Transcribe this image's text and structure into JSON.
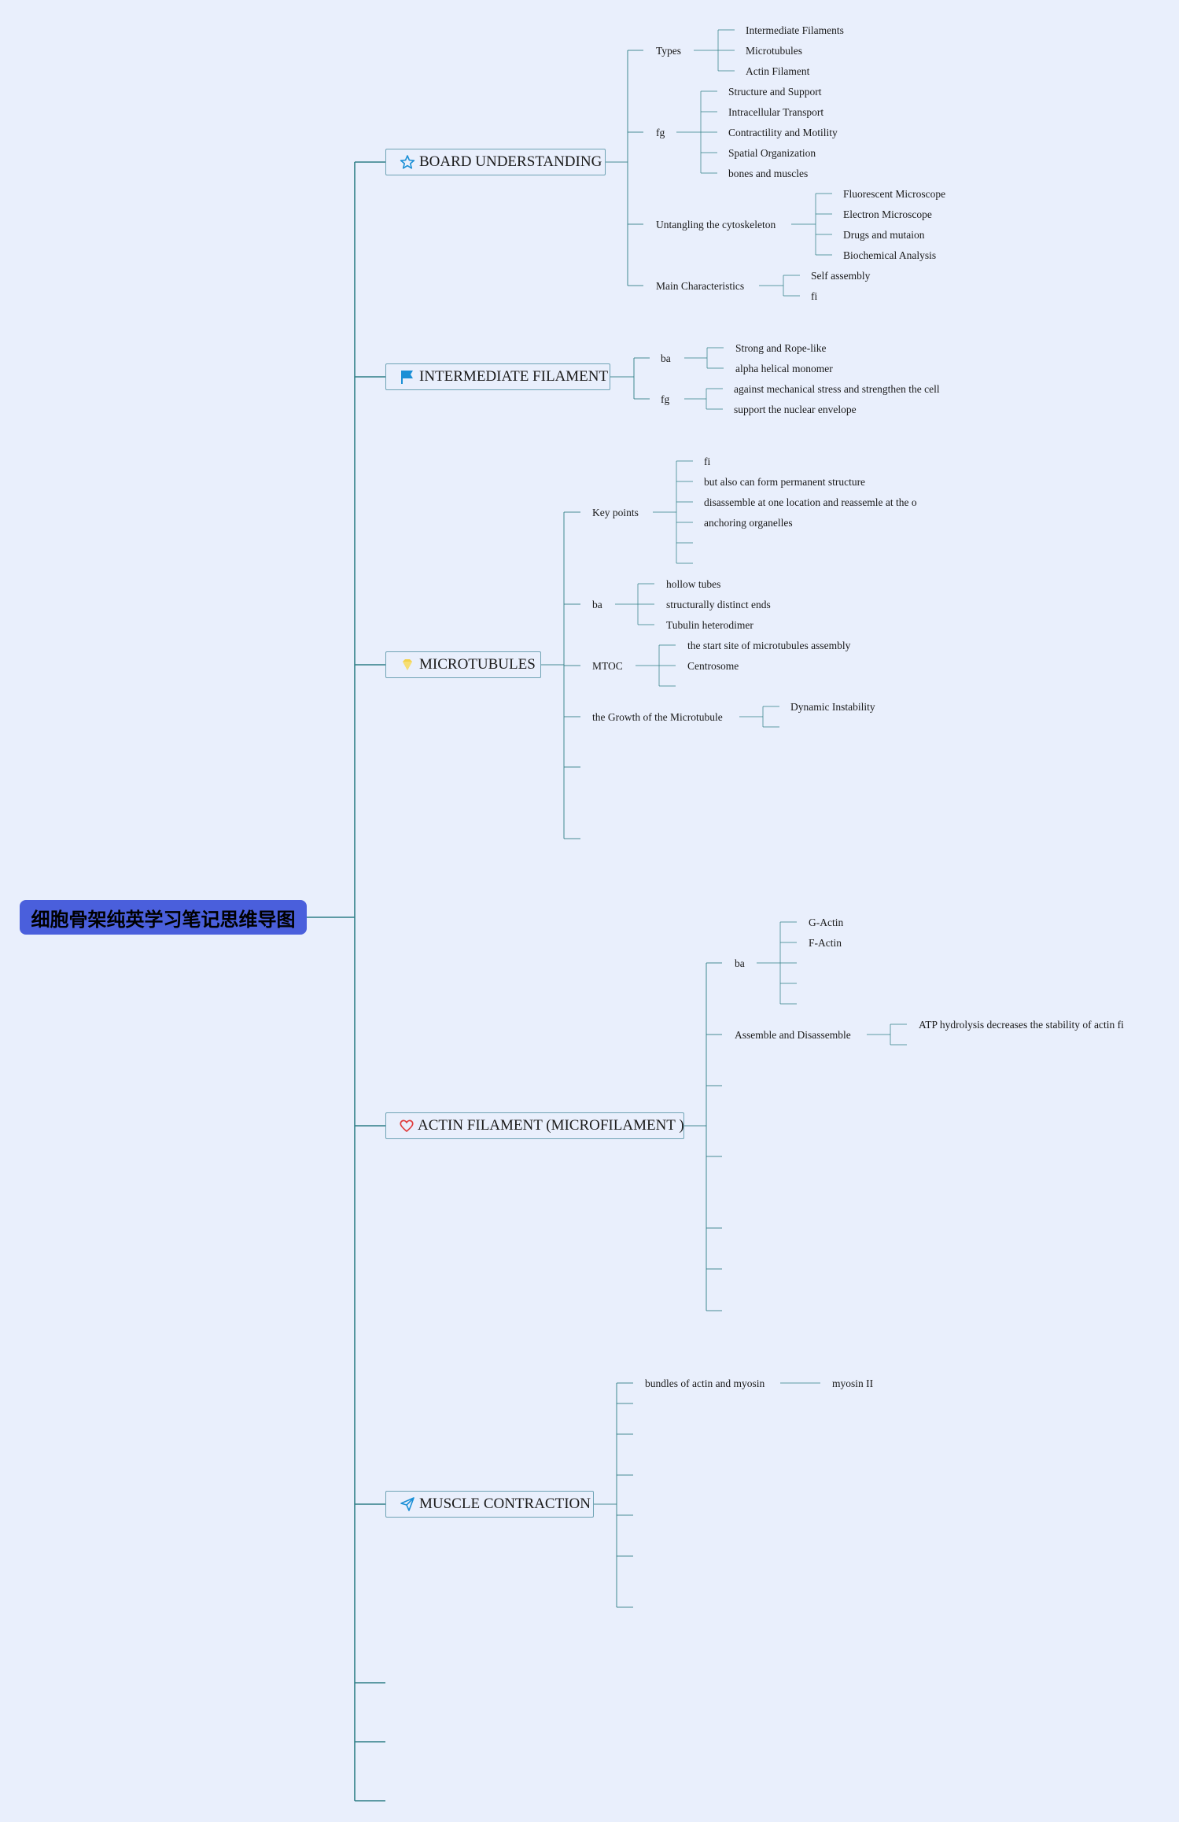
{
  "root": {
    "title": "细胞骨架纯英学习笔记思维导图"
  },
  "branches": {
    "board": {
      "label": "BOARD UNDERSTANDING",
      "icon": "star-icon",
      "types": {
        "label": "Types",
        "items": [
          "Intermediate Filaments",
          "Microtubules",
          "Actin Filament"
        ]
      },
      "fg": {
        "label": "fg",
        "items": [
          "Structure and Support",
          "Intracellular Transport",
          "Contractility and Motility",
          "Spatial Organization",
          "bones and muscles"
        ]
      },
      "untangling": {
        "label": "Untangling the cytoskeleton",
        "items": [
          "Fluorescent Microscope",
          "Electron Microscope",
          "Drugs and mutaion",
          "Biochemical Analysis"
        ]
      },
      "main_char": {
        "label": "Main Characteristics",
        "items": [
          "Self assembly",
          "fi"
        ]
      }
    },
    "intermediate": {
      "label": "INTERMEDIATE FILAMENT",
      "icon": "flag-icon",
      "ba": {
        "label": "ba",
        "items": [
          "Strong and Rope-like",
          "alpha helical monomer"
        ]
      },
      "fg": {
        "label": "fg",
        "items": [
          "against mechanical stress and strengthen the cell",
          "support the nuclear envelope"
        ]
      }
    },
    "microtubules": {
      "label": "MICROTUBULES",
      "icon": "diamond-icon",
      "key_points": {
        "label": "Key points",
        "items": [
          "fi",
          "but also can form permanent structure",
          "disassemble at one location and reassemle at the o",
          "anchoring organelles"
        ]
      },
      "ba": {
        "label": "ba",
        "items": [
          "hollow tubes",
          "structurally distinct ends",
          "Tubulin heterodimer"
        ]
      },
      "mtoc": {
        "label": "MTOC",
        "items": [
          "the start site of microtubules assembly",
          "Centrosome"
        ]
      },
      "growth": {
        "label": "the Growth of the Microtubule",
        "items": [
          "Dynamic Instability"
        ]
      }
    },
    "actin": {
      "label": "ACTIN FILAMENT (MICROFILAMENT )",
      "icon": "heart-icon",
      "ba": {
        "label": "ba",
        "items": [
          "G-Actin",
          "F-Actin"
        ]
      },
      "assemble": {
        "label": "Assemble and Disassemble",
        "items": [
          "ATP hydrolysis decreases the stability of actin fi"
        ]
      }
    },
    "muscle": {
      "label": "MUSCLE CONTRACTION",
      "icon": "send-icon",
      "bundles": {
        "label": "bundles of actin and myosin",
        "items": [
          "myosin II"
        ]
      }
    }
  },
  "colors": {
    "background": "#e9effc",
    "root_fill": "#4a5fdc",
    "line": "#2f7f86",
    "node_border": "#6fa3b5",
    "star": "#1a8fd6",
    "flag": "#1a8fd6",
    "diamond": "#f3d24a",
    "heart": "#e03b3b",
    "send": "#1a8fd6"
  }
}
